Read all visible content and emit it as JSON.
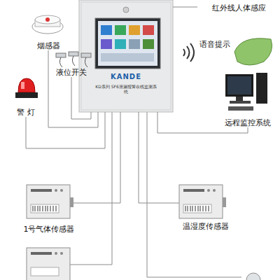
{
  "diagram": {
    "nodes": [
      {
        "text": [
          "KANDE",
          "KD系列 SF6泄漏报警在线监测系统"
        ]
      },
      {
        "text": [
          "烟感器"
        ]
      },
      {
        "text": [
          "液位开关"
        ]
      },
      {
        "text": [
          "警 灯"
        ]
      },
      {
        "text": [
          "红外线人体感应"
        ]
      },
      {
        "text": [
          "语音提示"
        ]
      },
      {
        "text": [
          "远程监控系统"
        ]
      },
      {
        "text": [
          "1号气体传感器"
        ]
      },
      {
        "text": [
          "温湿度传感器"
        ]
      }
    ],
    "edges": [
      {
        "from": 0,
        "to": 1,
        "arrow": "none"
      },
      {
        "from": 0,
        "to": 2,
        "arrow": "none"
      },
      {
        "from": 0,
        "to": 3,
        "arrow": "none"
      },
      {
        "from": 0,
        "to": 4,
        "arrow": "none"
      },
      {
        "from": 0,
        "to": 6,
        "arrow": "none"
      },
      {
        "from": 0,
        "to": 7,
        "arrow": "none"
      },
      {
        "from": 0,
        "to": 8,
        "arrow": "none"
      }
    ]
  }
}
